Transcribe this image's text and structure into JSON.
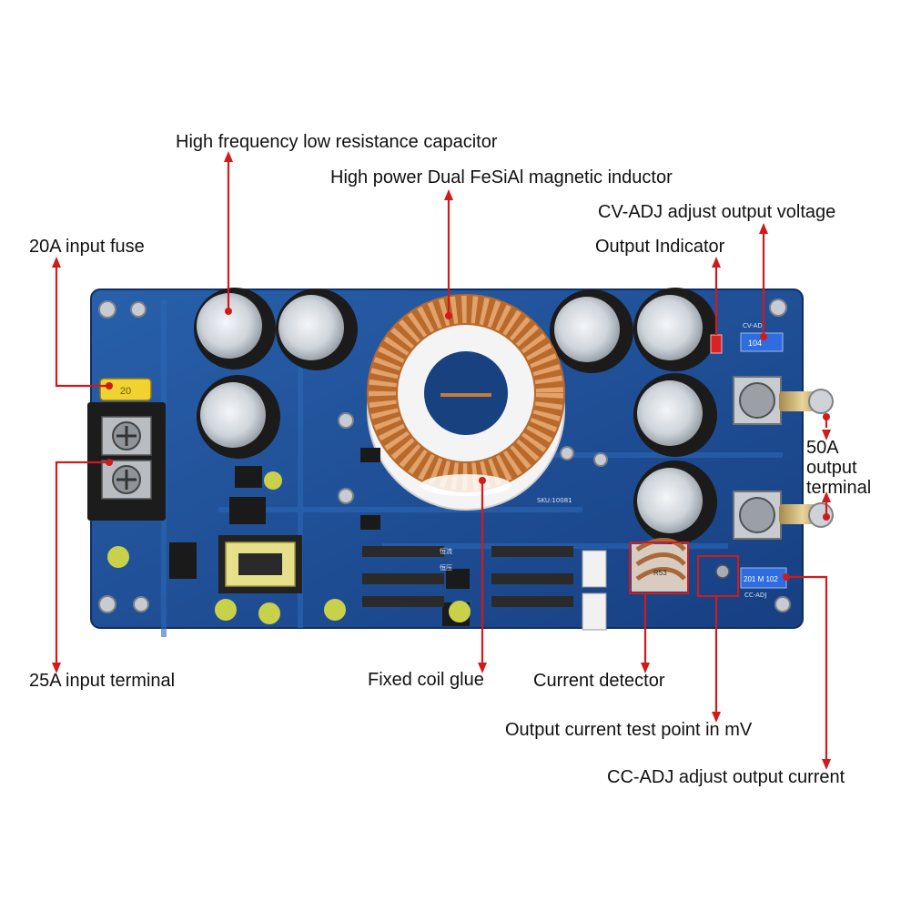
{
  "labels": {
    "capacitor": "High frequency low resistance capacitor",
    "inductor": "High power Dual FeSiAl magnetic inductor",
    "cv_adj": "CV-ADJ adjust output voltage",
    "output_indicator": "Output Indicator",
    "input_fuse": "20A input fuse",
    "output_terminal": [
      "50A",
      "output",
      "terminal"
    ],
    "input_terminal": "25A input terminal",
    "coil_glue": "Fixed coil glue",
    "current_detector": "Current detector",
    "current_test_point": "Output current test point in mV",
    "cc_adj": "CC-ADJ adjust output current"
  },
  "board": {
    "sku": "SKU:10081",
    "fuse_marking": "20",
    "shunt_marking": "R53",
    "cv_pot_marking": "104",
    "cc_pot_marking": "201 M 102",
    "cv_marking": "CV-ADJ",
    "cc_marking": "CC-ADJ",
    "cn_marking_1": "恒流",
    "cn_marking_2": "恒压"
  },
  "colors": {
    "pcb": "#1d4f9a",
    "pcb_dark": "#133a78",
    "arrow": "#d11a1a",
    "copper": "#c67a3a",
    "label_text": "#111111"
  }
}
